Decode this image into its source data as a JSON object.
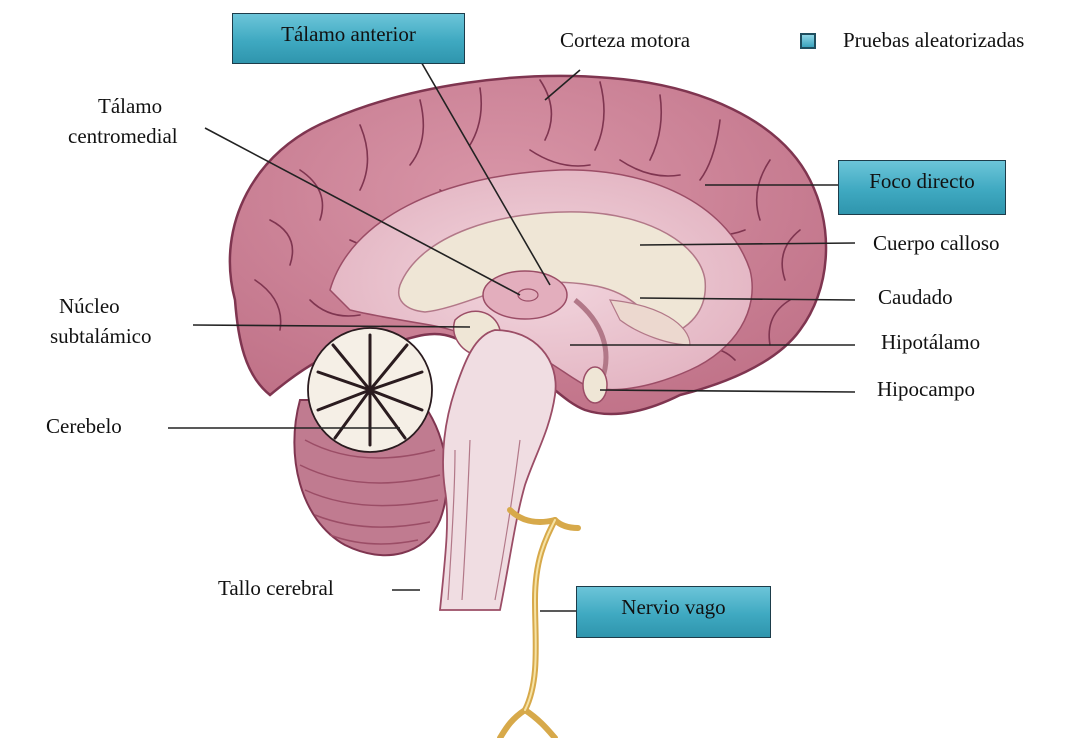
{
  "legend": {
    "label": "Pruebas aleatorizadas",
    "color": "#4ab0c8"
  },
  "boxes": {
    "talamo_anterior": "Tálamo anterior",
    "foco_directo": "Foco directo",
    "nervio_vago": "Nervio vago"
  },
  "labels": {
    "corteza_motora": "Corteza motora",
    "talamo_centromedial_1": "Tálamo",
    "talamo_centromedial_2": "centromedial",
    "nucleo_subtalamico_1": "Núcleo",
    "nucleo_subtalamico_2": "subtalámico",
    "cerebelo": "Cerebelo",
    "tallo_cerebral": "Tallo cerebral",
    "cuerpo_calloso": "Cuerpo calloso",
    "caudado": "Caudado",
    "hipotalamo": "Hipotálamo",
    "hipocampo": "Hipocampo"
  },
  "colors": {
    "cortex": "#c98195",
    "cortex_dark": "#9e4a64",
    "inner": "#e6bcc8",
    "callosum": "#efe6d6",
    "nerve": "#e9c76a"
  }
}
